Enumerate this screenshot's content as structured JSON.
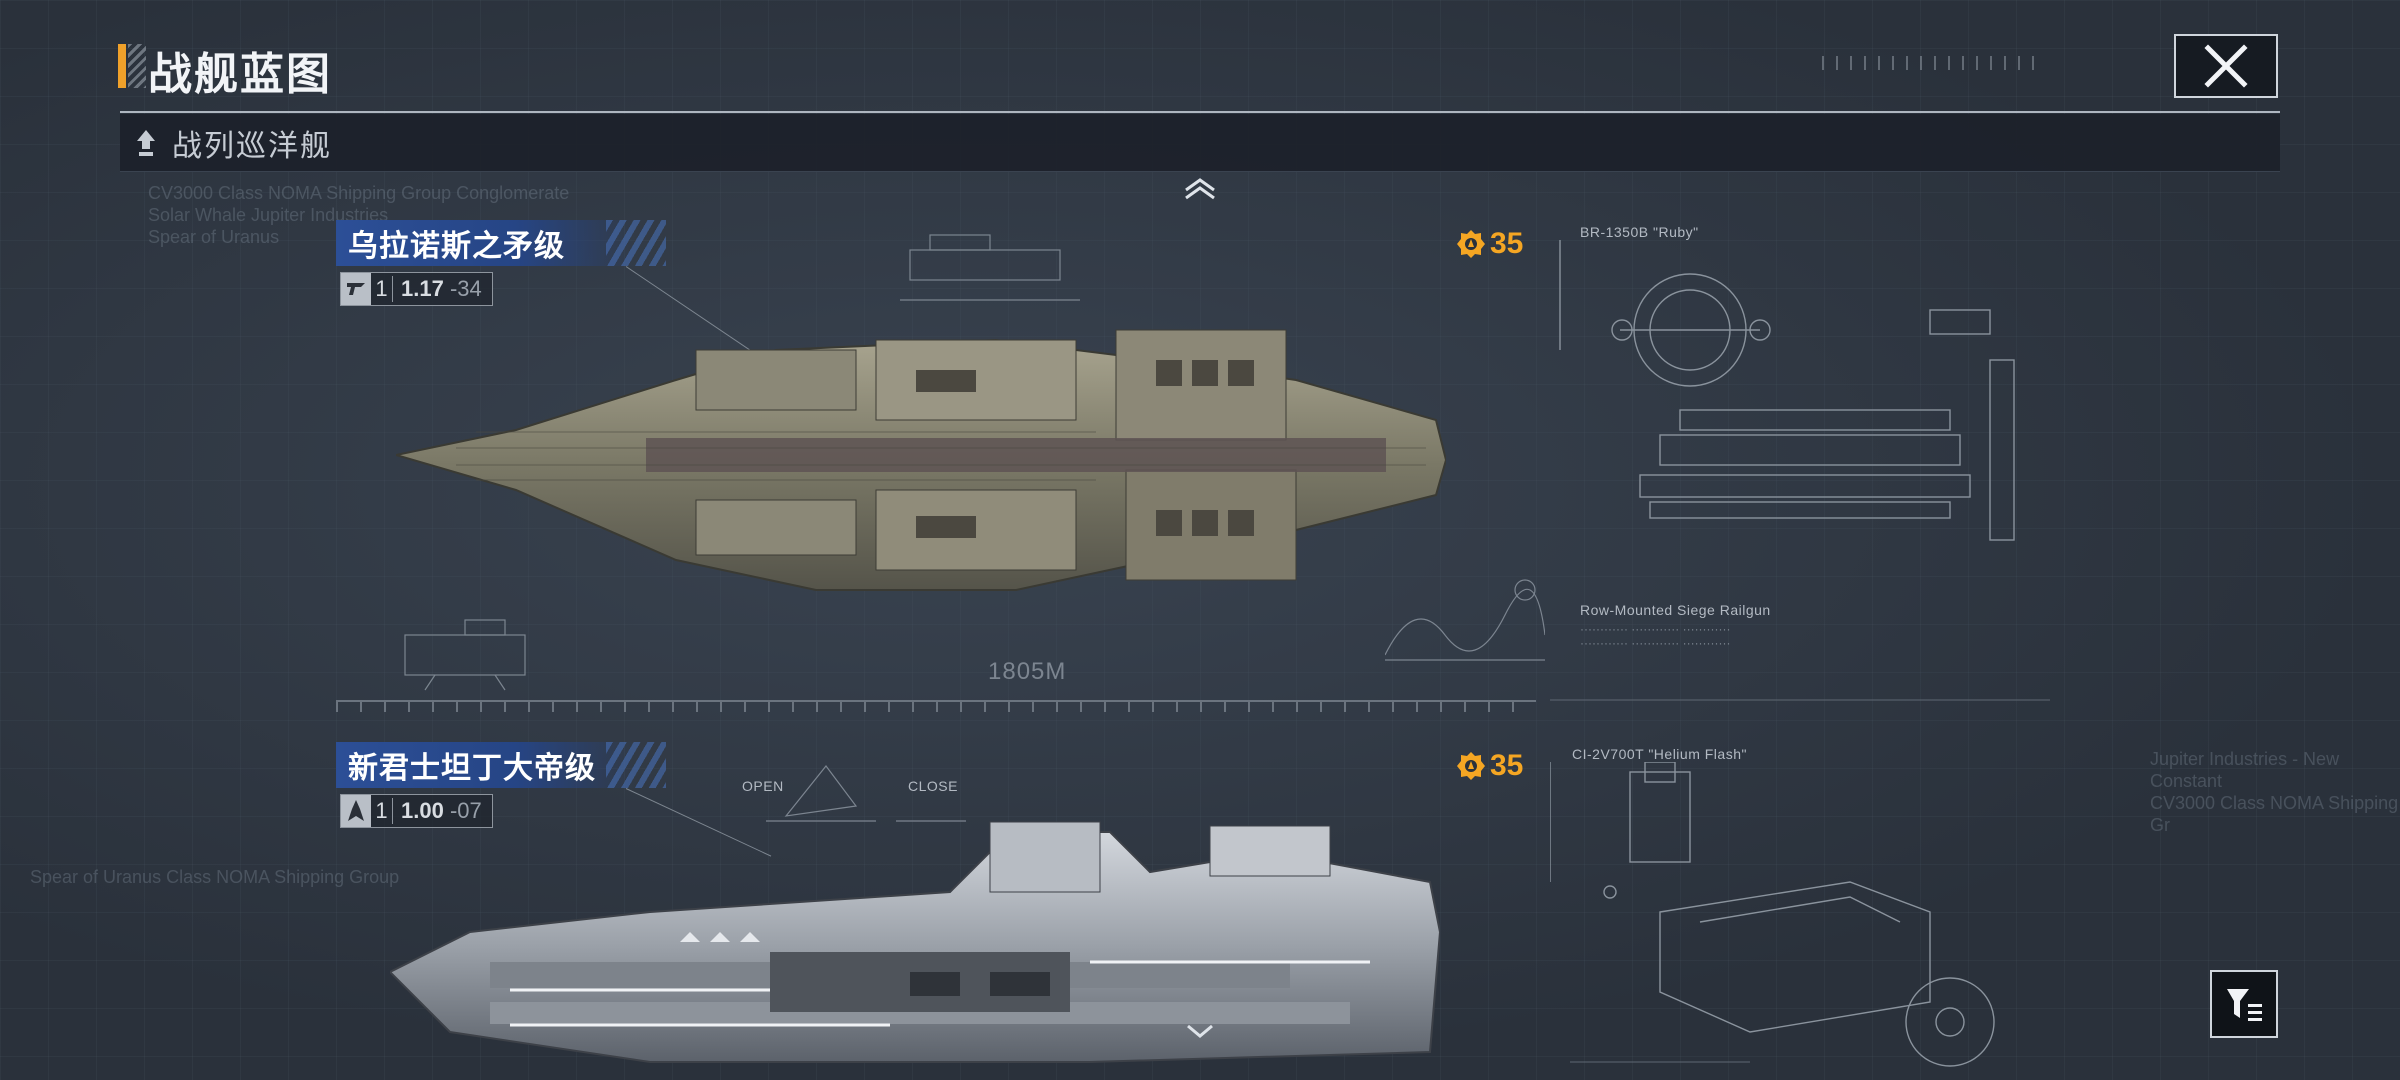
{
  "header": {
    "title": "战舰蓝图"
  },
  "category": {
    "label": "战列巡洋舰"
  },
  "ships": [
    {
      "name": "乌拉诺斯之矛级",
      "tier": "1",
      "version_main": "1.17",
      "version_sub": "-34",
      "cost": "35",
      "scale_label": "1805M",
      "diagram_code": "BR-1350B \"Ruby\"",
      "weapon_label": "Row-Mounted Siege Railgun"
    },
    {
      "name": "新君士坦丁大帝级",
      "tier": "1",
      "version_main": "1.00",
      "version_sub": "-07",
      "cost": "35",
      "diagram_code": "CI-2V700T \"Helium Flash\"",
      "open_label": "OPEN",
      "close_label": "CLOSE"
    }
  ],
  "icons": {
    "close": "close-icon",
    "category": "battlecruiser-icon",
    "collapse": "chevron-up-icon",
    "expand": "chevron-down-icon",
    "cost": "gear-coin-icon",
    "filter": "filter-sort-icon"
  },
  "colors": {
    "accent": "#f0a12a",
    "cost": "#f5a623",
    "name_plate": "#2c4f97",
    "background": "#2a313b"
  }
}
